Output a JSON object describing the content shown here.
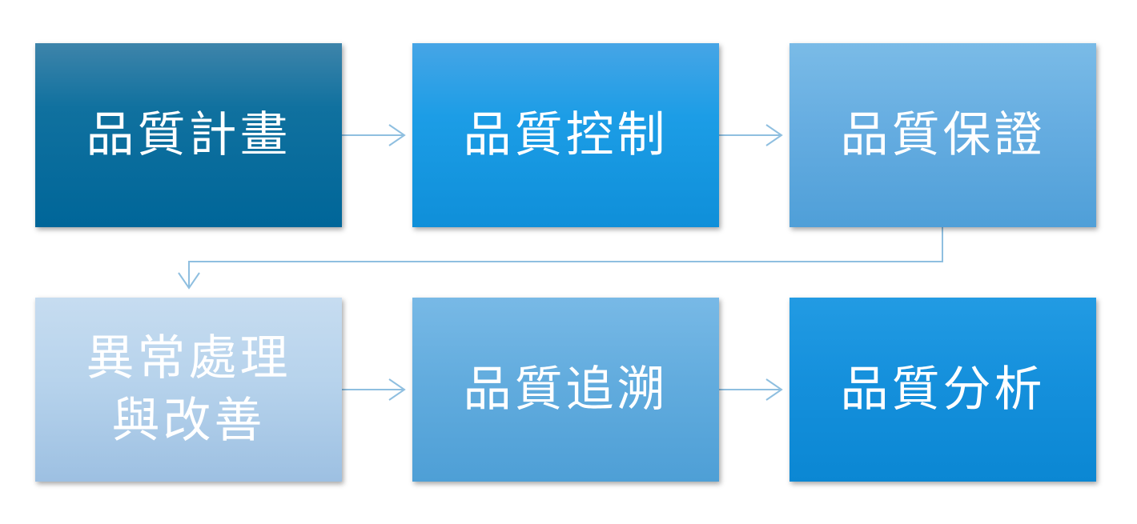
{
  "diagram": {
    "type": "process-flow",
    "colors": {
      "connector": "#8fbfe0",
      "text": "#ffffff"
    },
    "nodes": [
      {
        "id": "n1",
        "label": "品質計畫"
      },
      {
        "id": "n2",
        "label": "品質控制"
      },
      {
        "id": "n3",
        "label": "品質保證"
      },
      {
        "id": "n4",
        "label": "異常處理\n與改善"
      },
      {
        "id": "n5",
        "label": "品質追溯"
      },
      {
        "id": "n6",
        "label": "品質分析"
      }
    ],
    "edges": [
      {
        "from": "n1",
        "to": "n2"
      },
      {
        "from": "n2",
        "to": "n3"
      },
      {
        "from": "n3",
        "to": "n4"
      },
      {
        "from": "n4",
        "to": "n5"
      },
      {
        "from": "n5",
        "to": "n6"
      }
    ]
  }
}
